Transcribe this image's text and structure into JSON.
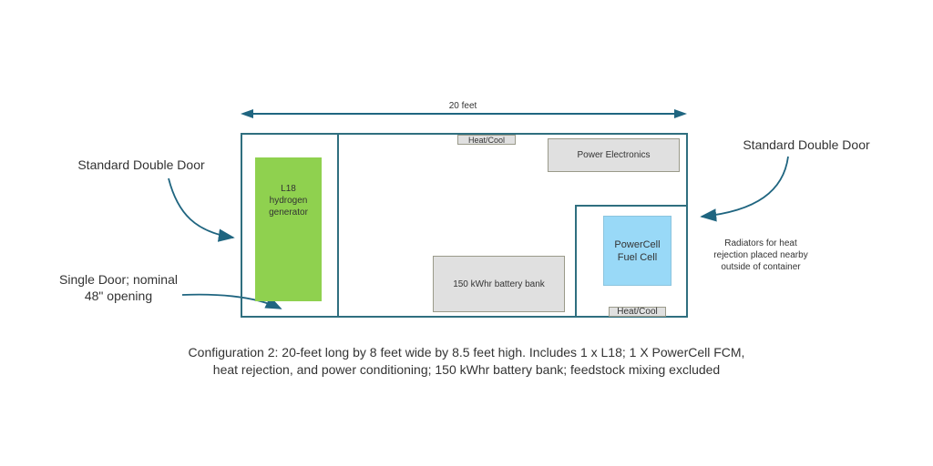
{
  "dimension": {
    "length_label": "20 feet"
  },
  "components": {
    "generator": "L18\nhydrogen\ngenerator",
    "power_electronics": "Power Electronics",
    "battery_bank": "150 kWhr battery bank",
    "fuel_cell": "PowerCell\nFuel Cell",
    "heat_cool_top": "Heat/Cool",
    "heat_cool_bottom": "Heat/Cool"
  },
  "annotations": {
    "left_double_door": "Standard Double Door",
    "single_door": "Single Door; nominal\n48\" opening",
    "right_double_door": "Standard Double Door",
    "radiators": "Radiators for heat\nrejection placed nearby\noutside of container"
  },
  "caption": {
    "line1": "Configuration 2:  20-feet long by 8 feet wide by 8.5 feet high.  Includes 1 x L18; 1 X PowerCell FCM,",
    "line2": "heat rejection, and power conditioning; 150 kWhr battery bank; feedstock mixing excluded"
  },
  "colors": {
    "outline": "#2f6f7f",
    "generator": "#8fd14f",
    "fuel_cell": "#99d9f7",
    "equipment_grey": "#e0e0e0"
  }
}
